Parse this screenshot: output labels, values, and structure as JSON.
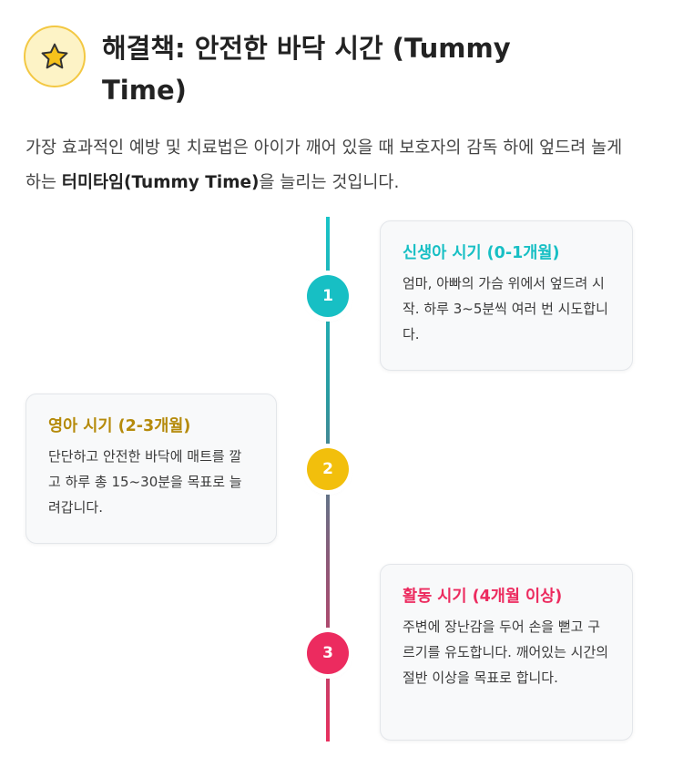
{
  "header": {
    "title": "해결책: 안전한 바닥 시간 (Tummy Time)",
    "icon": "star-icon"
  },
  "intro": {
    "text_before": "가장 효과적인 예방 및 치료법은 아이가 깨어 있을 때 보호자의 감독 하에 엎드려 놀게 하는 ",
    "bold": "터미타임(Tummy Time)",
    "text_after": "을 늘리는 것입니다."
  },
  "steps": [
    {
      "number": "1",
      "title": "신생아 시기 (0-1개월)",
      "text": "엄마, 아빠의 가슴 위에서 엎드려 시작. 하루 3~5분씩 여러 번 시도합니다.",
      "color": "#17bfc4"
    },
    {
      "number": "2",
      "title": "영아 시기 (2-3개월)",
      "text": "단단하고 안전한 바닥에 매트를 깔고 하루 총 15~30분을 목표로 늘려갑니다.",
      "color": "#f2bf0c",
      "title_color": "#b58a0a"
    },
    {
      "number": "3",
      "title": "활동 시기 (4개월 이상)",
      "text": "주변에 장난감을 두어 손을 뻗고 구르기를 유도합니다. 깨어있는 시간의 절반 이상을 목표로 합니다.",
      "color": "#ec2b5f"
    }
  ]
}
